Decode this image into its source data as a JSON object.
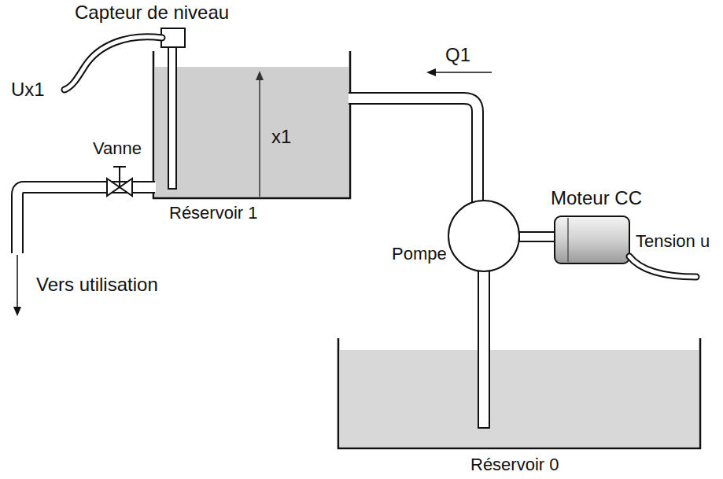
{
  "diagram": {
    "labels": [
      "Capteur de niveau",
      "Ux1",
      "Q1",
      "x1",
      "Vanne",
      "Réservoir 1",
      "Moteur CC",
      "Tension u",
      "Pompe",
      "Vers utilisation",
      "Réservoir 0"
    ]
  }
}
